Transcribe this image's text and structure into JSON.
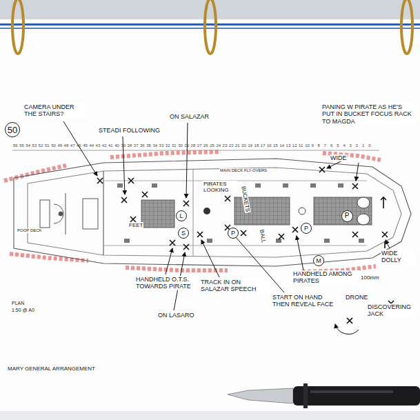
{
  "diagram": {
    "nodes": [
      {
        "text": [
          "50"
        ]
      },
      {
        "text": [
          "L"
        ]
      },
      {
        "text": [
          "S"
        ]
      },
      {
        "text": [
          "P"
        ]
      },
      {
        "text": [
          "P"
        ]
      },
      {
        "text": [
          "P"
        ]
      },
      {
        "text": [
          "M"
        ]
      }
    ],
    "labels": [
      "CAMERA UNDER THE STAIRS?",
      "STEADI FOLLOWING",
      "ON SALAZAR",
      "PANING W PIRATE AS HE'S PUT IN BUCKET FOCUS RACK TO MAGDA",
      "WIDE",
      "PIRATES LOOKING",
      "BUCKETS",
      "FEET",
      "BALL",
      "HANDHELD O.T.S. TOWARDS PIRATE",
      "ON LASARO",
      "TRACK IN ON SALAZAR SPEECH",
      "HANDHELD AMONG PIRATES",
      "100mm",
      "START ON HAND THEN REVEAL FACE",
      "WIDE DOLLY",
      "DRONE",
      "DISCOVERING JACK",
      "POOP DECK",
      "MAIN DECK FLY-OVERS",
      "PLAN",
      "1:50 @ A0",
      "MARY GENERAL ARRANGEMENT",
      "56",
      "55",
      "54",
      "53",
      "52",
      "51",
      "50",
      "49",
      "48",
      "47",
      "46",
      "45",
      "44",
      "43",
      "42",
      "41",
      "40",
      "39",
      "38",
      "37",
      "36",
      "35",
      "34",
      "33",
      "32",
      "31",
      "30",
      "29",
      "28",
      "27",
      "26",
      "25",
      "24",
      "23",
      "22",
      "21",
      "20",
      "19",
      "18",
      "17",
      "16",
      "15",
      "14",
      "13",
      "12",
      "11",
      "10",
      "9",
      "8",
      "7",
      "6",
      "5",
      "4",
      "3",
      "2",
      "1",
      "0"
    ]
  }
}
